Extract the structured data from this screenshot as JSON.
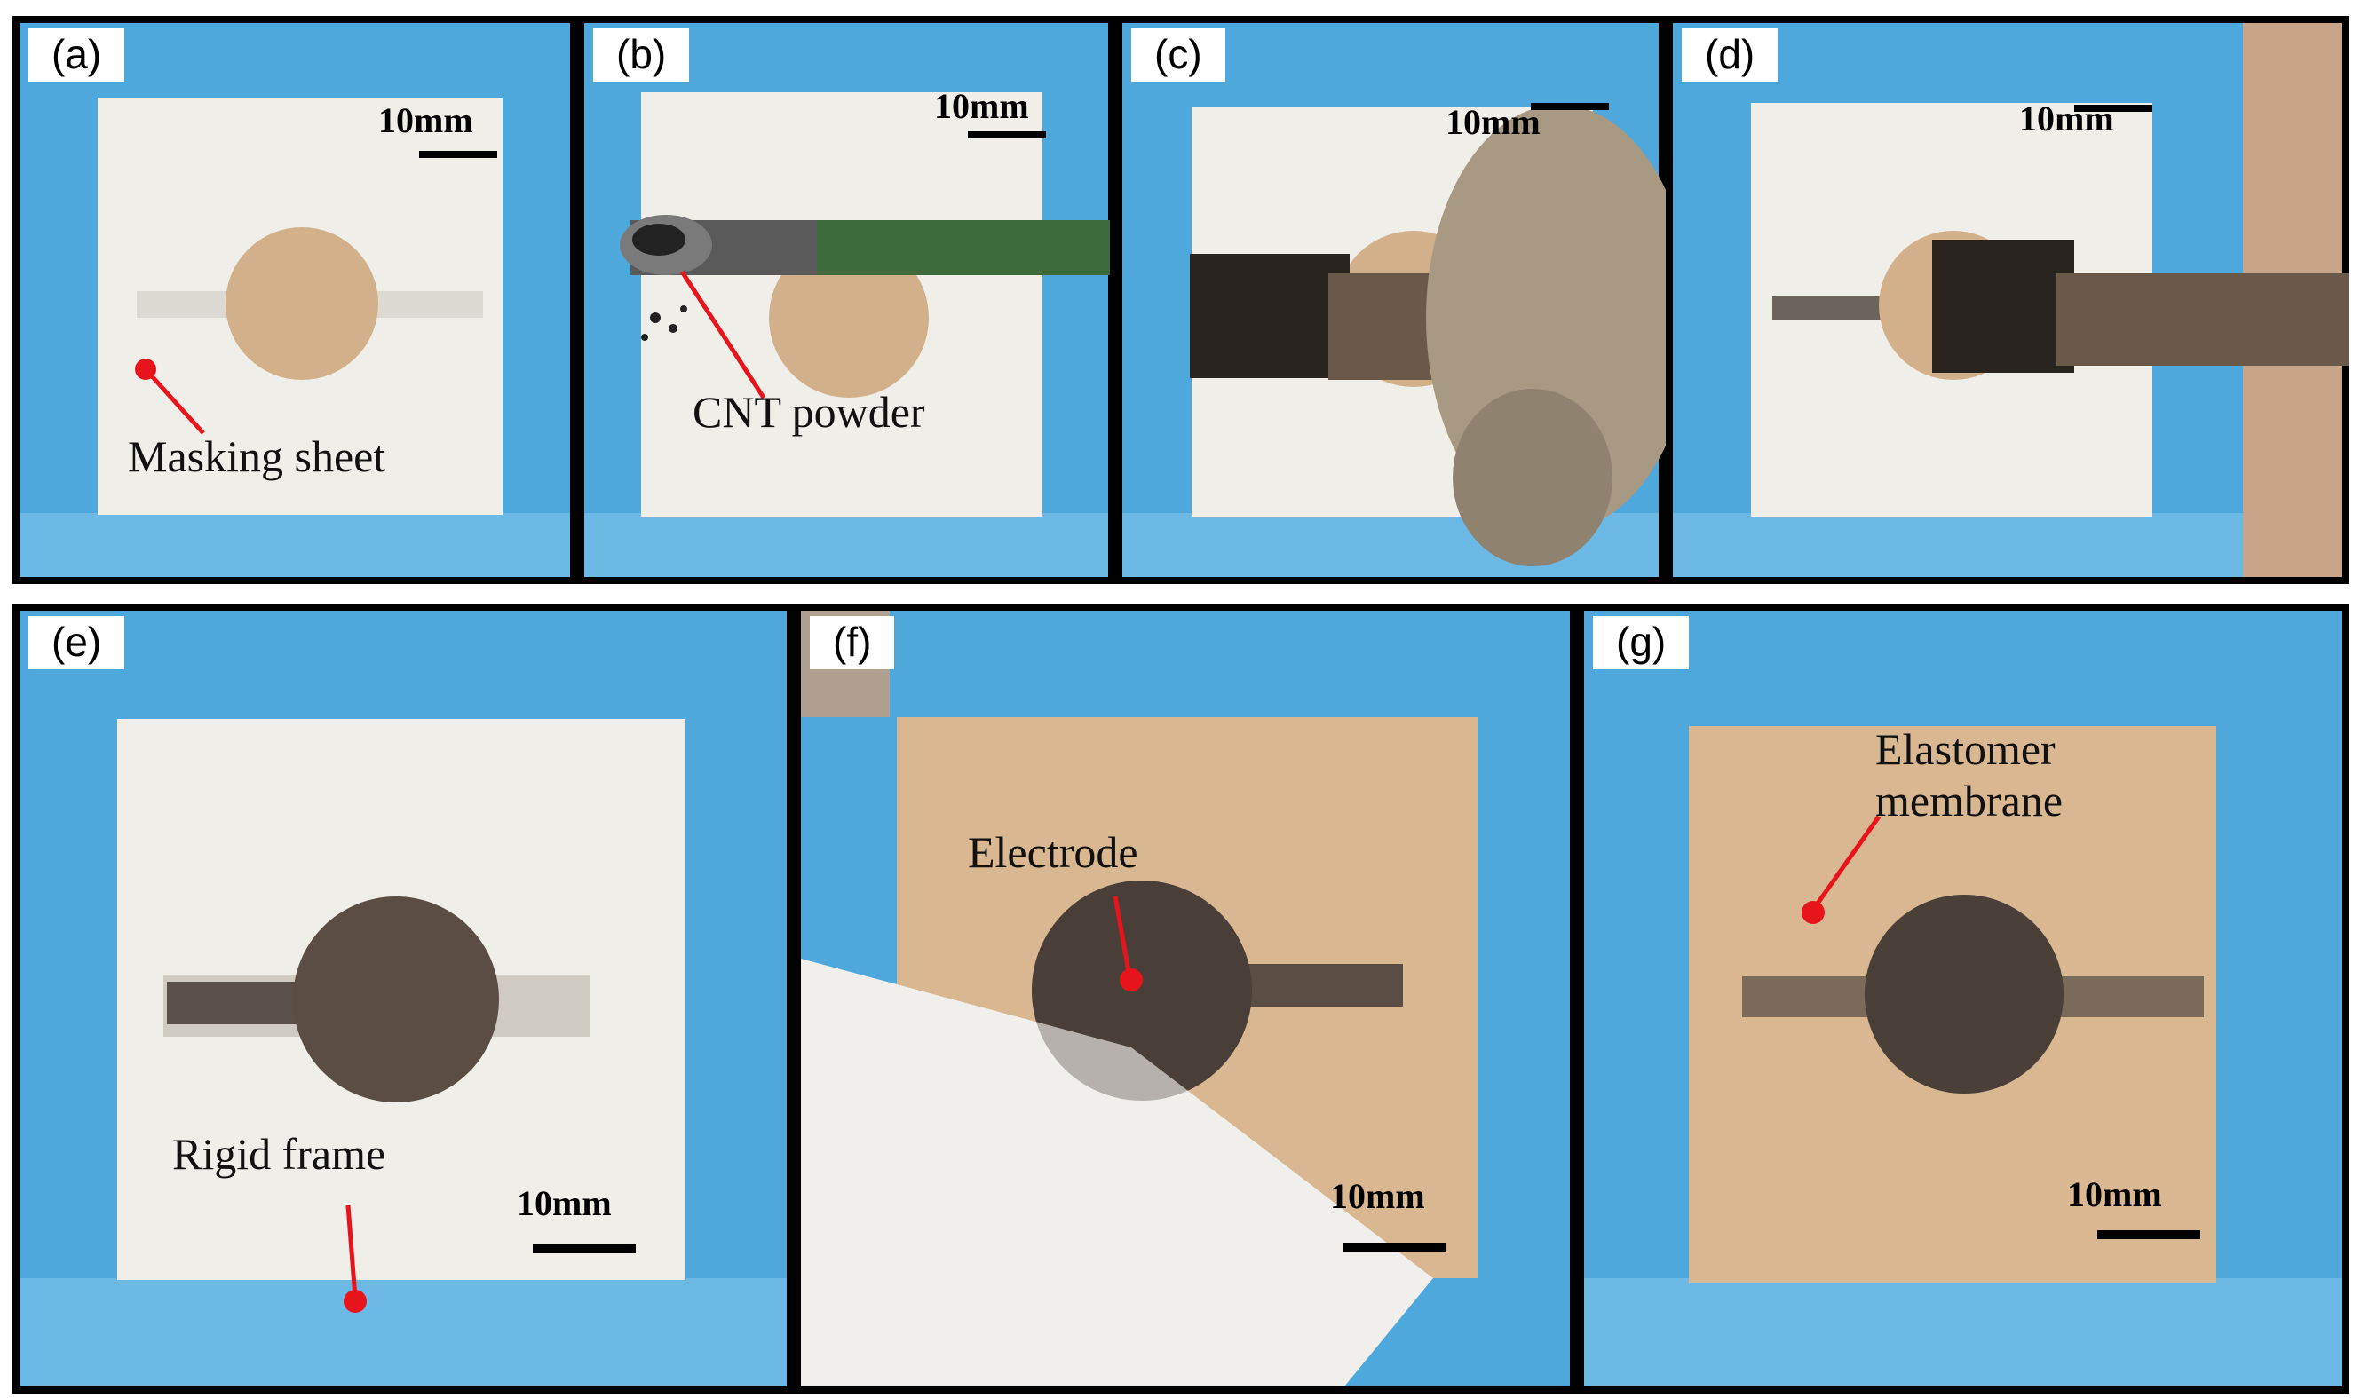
{
  "panels": [
    {
      "tag": "(a)",
      "scale_bar": "10mm",
      "label": "Masking sheet"
    },
    {
      "tag": "(b)",
      "scale_bar": "10mm",
      "label": "CNT powder"
    },
    {
      "tag": "(c)",
      "scale_bar": "10mm"
    },
    {
      "tag": "(d)",
      "scale_bar": "10mm"
    },
    {
      "tag": "(e)",
      "scale_bar": "10mm",
      "label": "Rigid frame"
    },
    {
      "tag": "(f)",
      "scale_bar": "10mm",
      "label": "Electrode"
    },
    {
      "tag": "(g)",
      "scale_bar": "10mm",
      "label_line1": "Elastomer",
      "label_line2": "membrane"
    }
  ],
  "colors": {
    "frame_blue": "#4fa8dc",
    "sheet_white": "#efeee9",
    "membrane_tan": "#d8b791",
    "electrode_dark": "#4a4038",
    "marker_red": "#e8141c"
  }
}
